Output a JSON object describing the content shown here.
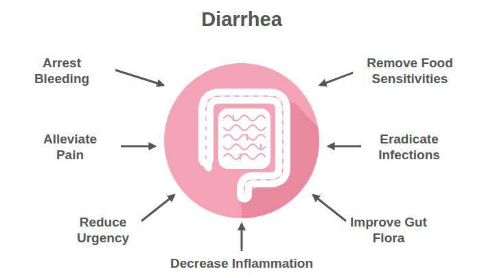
{
  "diagram": {
    "title": "Diarrhea",
    "labels": [
      "Arrest Bleeding",
      "Remove Food Sensitivities",
      "Alleviate Pain",
      "Eradicate Infections",
      "Reduce Urgency",
      "Improve Gut Flora",
      "Decrease Inflammation"
    ]
  }
}
